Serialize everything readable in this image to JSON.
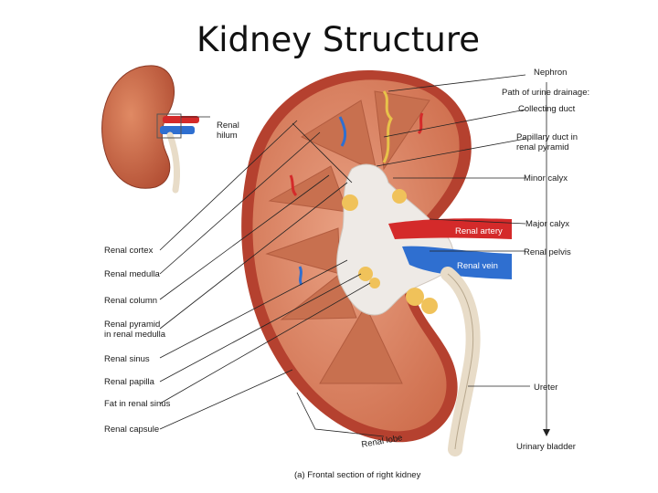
{
  "title": "Kidney Structure",
  "labels": {
    "renal_hilum": [
      "Renal",
      "hilum"
    ],
    "nephron": "Nephron",
    "path_of_urine_drainage": "Path of urine drainage:",
    "collecting_duct": "Collecting duct",
    "papillary_duct": [
      "Papillary duct in",
      "renal pyramid"
    ],
    "minor_calyx": "Minor calyx",
    "major_calyx": "Major calyx",
    "renal_pelvis": "Renal pelvis",
    "ureter": "Ureter",
    "urinary_bladder": "Urinary bladder",
    "renal_cortex": "Renal cortex",
    "renal_medulla": "Renal medulla",
    "renal_column": "Renal column",
    "renal_pyramid": [
      "Renal pyramid",
      "in renal medulla"
    ],
    "renal_sinus": "Renal sinus",
    "renal_papilla": "Renal papilla",
    "fat_in_renal_sinus": "Fat in renal sinus",
    "renal_capsule": "Renal capsule",
    "renal_artery": "Renal artery",
    "renal_vein": "Renal vein",
    "renal_lobe": "Renal lobe"
  },
  "caption": "(a) Frontal section of right kidney",
  "colors": {
    "capsule": "#b5412f",
    "cortex": "#d9805f",
    "pyramid": "#c8704f",
    "sinus": "#eeeae6",
    "fat": "#f0c25a",
    "artery": "#d42a2a",
    "vein": "#2f6fd0",
    "ureter": "#e8dcc8"
  }
}
